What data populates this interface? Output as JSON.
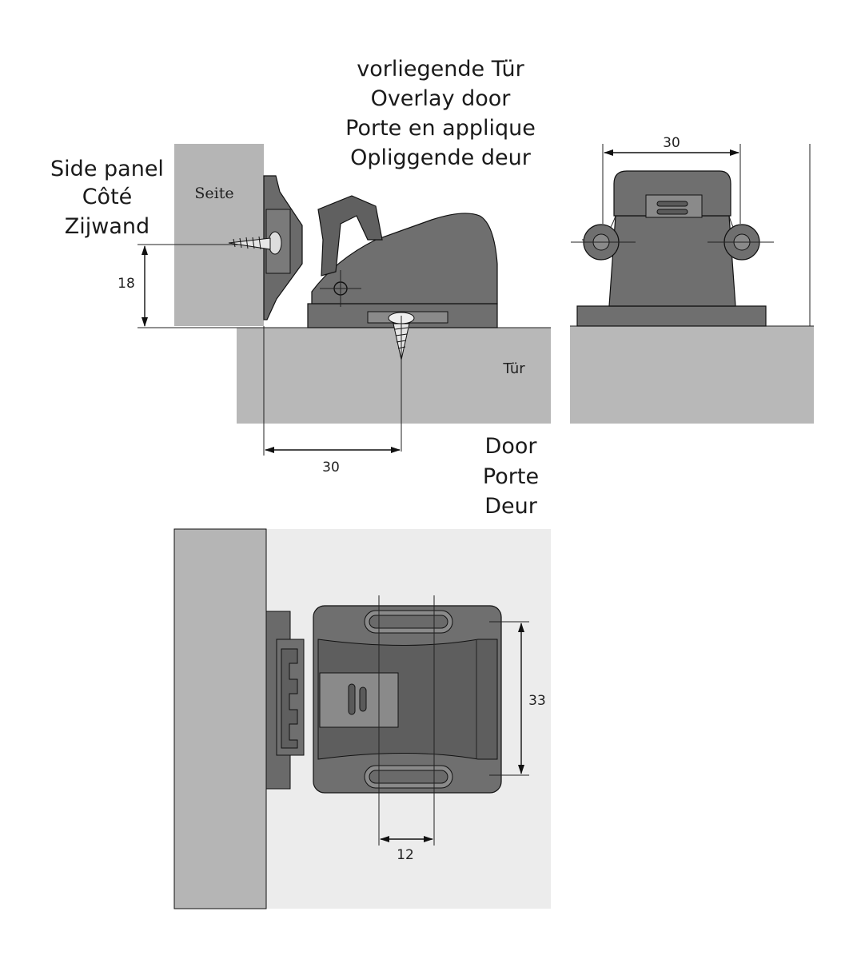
{
  "colors": {
    "panel": "#b5b5b5",
    "door": "#b8b8b8",
    "catch_body": "#6f6f6f",
    "catch_dark": "#595959",
    "background_light": "#ececec"
  },
  "labels": {
    "overlay_door": [
      "vorliegende Tür",
      "Overlay door",
      "Porte en applique",
      "Opliggende deur"
    ],
    "side_panel": [
      "Side panel",
      "Côté",
      "Zijwand"
    ],
    "door": [
      "Door",
      "Porte",
      "Deur"
    ],
    "seite": "Seite",
    "tuer": "Tür"
  },
  "dimensions": {
    "side_height": "18",
    "side_distance": "30",
    "front_width": "30",
    "top_height": "33",
    "top_slot": "12"
  }
}
